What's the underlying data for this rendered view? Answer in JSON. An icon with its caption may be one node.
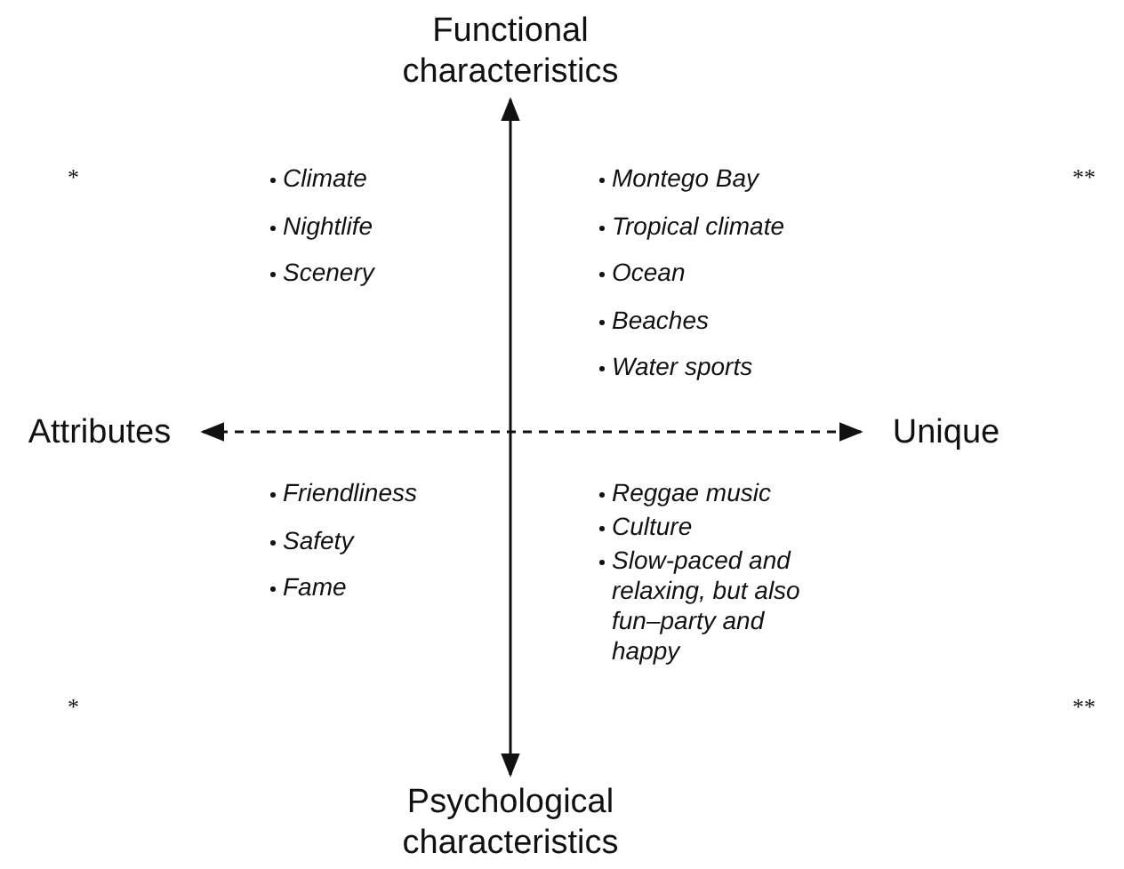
{
  "diagram": {
    "nodes": [
      {
        "text": [
          "Functional characteristics"
        ]
      },
      {
        "text": [
          "Attributes"
        ]
      },
      {
        "text": [
          "Unique"
        ]
      },
      {
        "text": [
          "Psychological characteristics"
        ]
      }
    ],
    "edges": [
      {
        "from": 0,
        "to": 3,
        "arrow": "both"
      },
      {
        "from": 1,
        "to": 2,
        "arrow": "both",
        "style": "dashed"
      }
    ],
    "labels": [
      "*",
      "Climate",
      "Nightlife",
      "Scenery",
      "Montego Bay",
      "Tropical climate",
      "Ocean",
      "Beaches",
      "Water sports",
      "**",
      "Friendliness",
      "Safety",
      "Fame",
      "Reggae music",
      "Culture",
      "Slow-paced and relaxing, but also fun–party and happy",
      "*",
      "**"
    ]
  }
}
